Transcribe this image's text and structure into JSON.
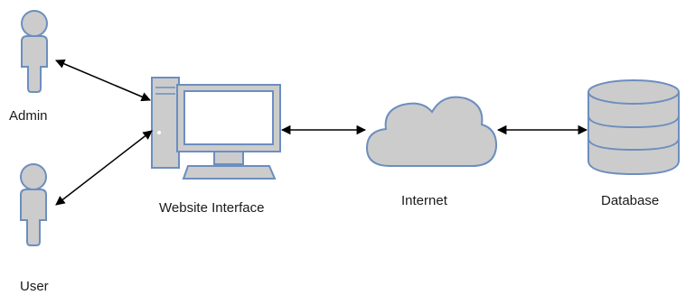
{
  "diagram": {
    "nodes": {
      "admin": {
        "label": "Admin",
        "icon": "person-icon"
      },
      "user": {
        "label": "User",
        "icon": "person-icon"
      },
      "website": {
        "label": "Website Interface",
        "icon": "computer-icon"
      },
      "internet": {
        "label": "Internet",
        "icon": "cloud-icon"
      },
      "database": {
        "label": "Database",
        "icon": "database-icon"
      }
    },
    "edges": [
      {
        "from": "admin",
        "to": "website",
        "direction": "both"
      },
      {
        "from": "user",
        "to": "website",
        "direction": "both"
      },
      {
        "from": "website",
        "to": "internet",
        "direction": "both"
      },
      {
        "from": "internet",
        "to": "database",
        "direction": "both"
      }
    ],
    "colors": {
      "icon_fill": "#cccccc",
      "icon_stroke": "#6c8ebf",
      "screen_fill": "#ffffff",
      "arrow": "#000000"
    }
  }
}
